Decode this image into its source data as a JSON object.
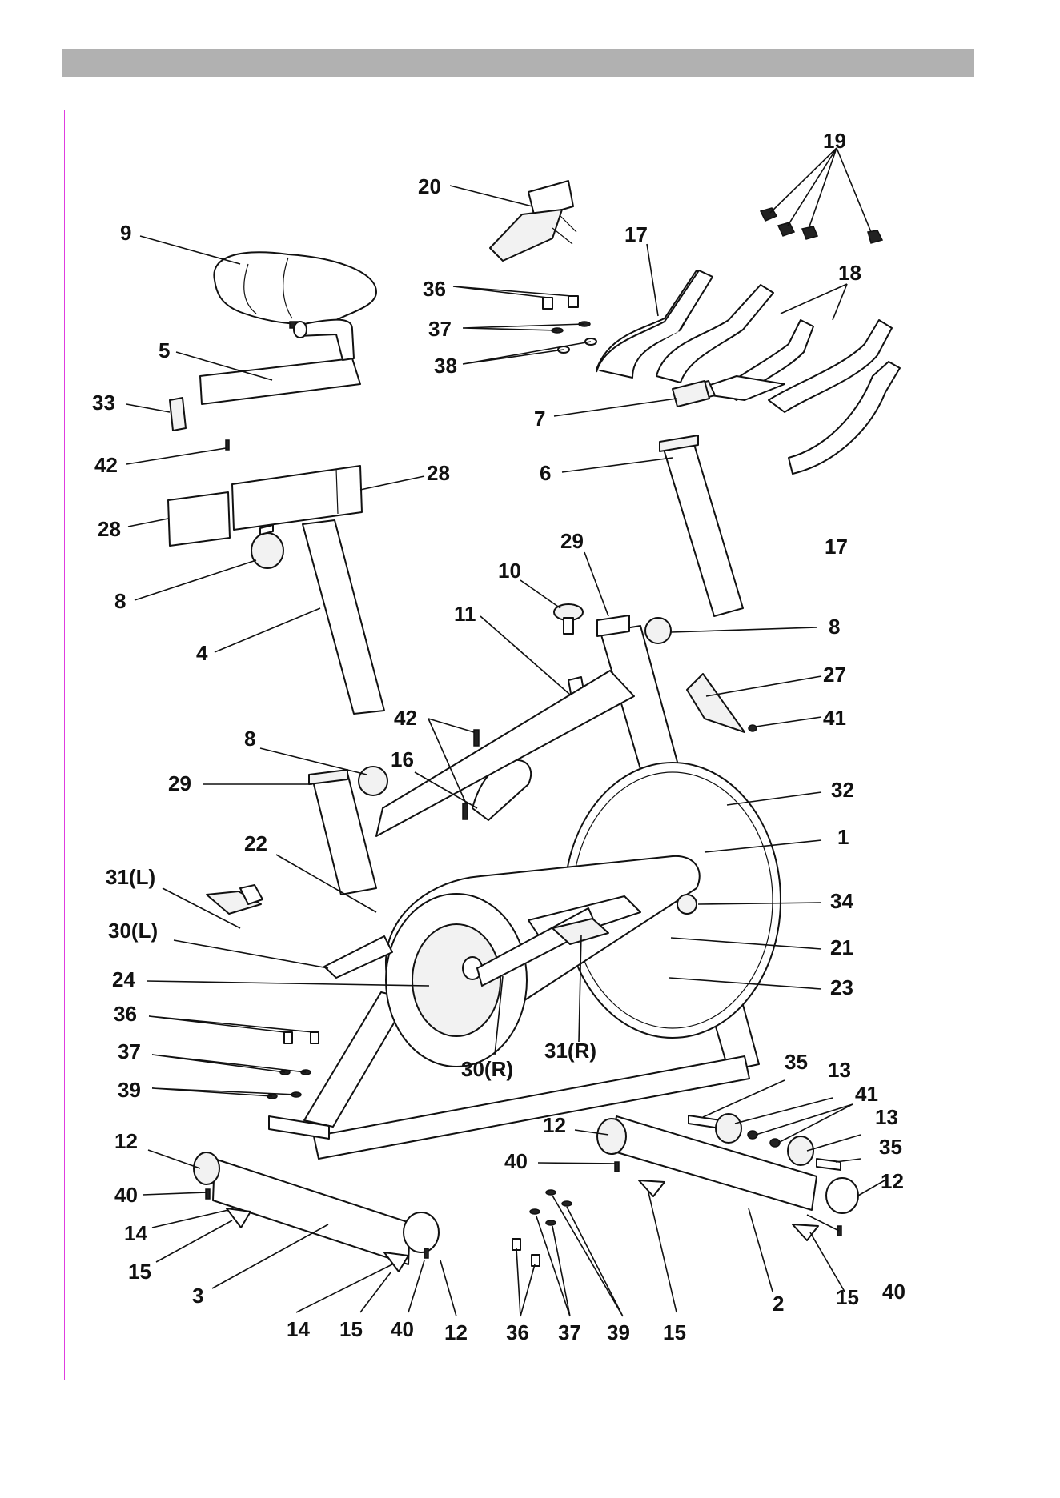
{
  "colors": {
    "top_bar": "#b1b1b1",
    "frame_border": "#e03ce0",
    "ink": "#111111"
  },
  "labels": {
    "l19": "19",
    "l20": "20",
    "l17a": "17",
    "l18": "18",
    "l9": "9",
    "l36a": "36",
    "l37a": "37",
    "l38": "38",
    "l5": "5",
    "l33": "33",
    "l7": "7",
    "l42a": "42",
    "l28a": "28",
    "l6": "6",
    "l28b": "28",
    "l17b": "17",
    "l8a": "8",
    "l29a": "29",
    "l10": "10",
    "l4": "4",
    "l11": "11",
    "l8b": "8",
    "l27": "27",
    "l42b": "42",
    "l41a": "41",
    "l8c": "8",
    "l16": "16",
    "l29b": "29",
    "l32": "32",
    "l1": "1",
    "l22": "22",
    "l31L": "31(L)",
    "l34": "34",
    "l30L": "30(L)",
    "l21": "21",
    "l24": "24",
    "l23": "23",
    "l36b": "36",
    "l31R": "31(R)",
    "l37b": "37",
    "l30R": "30(R)",
    "l35a": "35",
    "l13a": "13",
    "l39a": "39",
    "l41b": "41",
    "l12a": "12",
    "l13b": "13",
    "l12b": "12",
    "l35b": "35",
    "l40a": "40",
    "l40b": "40",
    "l12c": "12",
    "l14a": "14",
    "l15a": "15",
    "l3": "3",
    "l2": "2",
    "l15b": "15",
    "l40c": "40",
    "l14b": "14",
    "l15c": "15",
    "l40d": "40",
    "l12d": "12",
    "l36c": "36",
    "l37c": "37",
    "l39b": "39",
    "l15d": "15"
  }
}
